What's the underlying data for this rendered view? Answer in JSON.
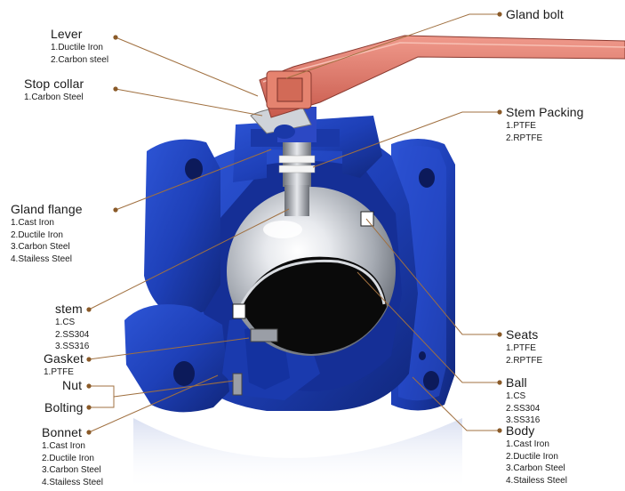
{
  "parts": {
    "lever": {
      "title": "Lever",
      "items": [
        "1.Ductile Iron",
        "2.Carbon steel"
      ]
    },
    "stop_collar": {
      "title": "Stop collar",
      "items": [
        "1.Carbon Steel"
      ]
    },
    "gland_flange": {
      "title": "Gland flange",
      "items": [
        "1.Cast Iron",
        "2.Ductile Iron",
        "3.Carbon Steel",
        "4.Stailess Steel"
      ]
    },
    "stem": {
      "title": "stem",
      "items": [
        "1.CS",
        "2.SS304",
        "3.SS316"
      ]
    },
    "gasket": {
      "title": "Gasket",
      "items": [
        "1.PTFE"
      ]
    },
    "nut": {
      "title": "Nut",
      "items": []
    },
    "bolting": {
      "title": "Bolting",
      "items": []
    },
    "bonnet": {
      "title": "Bonnet",
      "items": [
        "1.Cast Iron",
        "2.Ductile Iron",
        "3.Carbon Steel",
        "4.Stailess Steel"
      ]
    },
    "gland_bolt": {
      "title": "Gland bolt",
      "items": []
    },
    "stem_packing": {
      "title": "Stem Packing",
      "items": [
        "1.PTFE",
        "2.RPTFE"
      ]
    },
    "seats": {
      "title": "Seats",
      "items": [
        "1.PTFE",
        "2.RPTFE"
      ]
    },
    "ball": {
      "title": "Ball",
      "items": [
        "1.CS",
        "2.SS304",
        "3.SS316"
      ]
    },
    "body": {
      "title": "Body",
      "items": [
        "1.Cast Iron",
        "2.Ductile Iron",
        "3.Carbon Steel",
        "4.Stailess Steel"
      ]
    }
  },
  "colors": {
    "leader": "#a07040",
    "dot": "#8a5a28",
    "valve_body": "#1e40b8",
    "valve_dark": "#0f2478",
    "lever": "#e07a6a",
    "ball": "#b8bcc2"
  }
}
